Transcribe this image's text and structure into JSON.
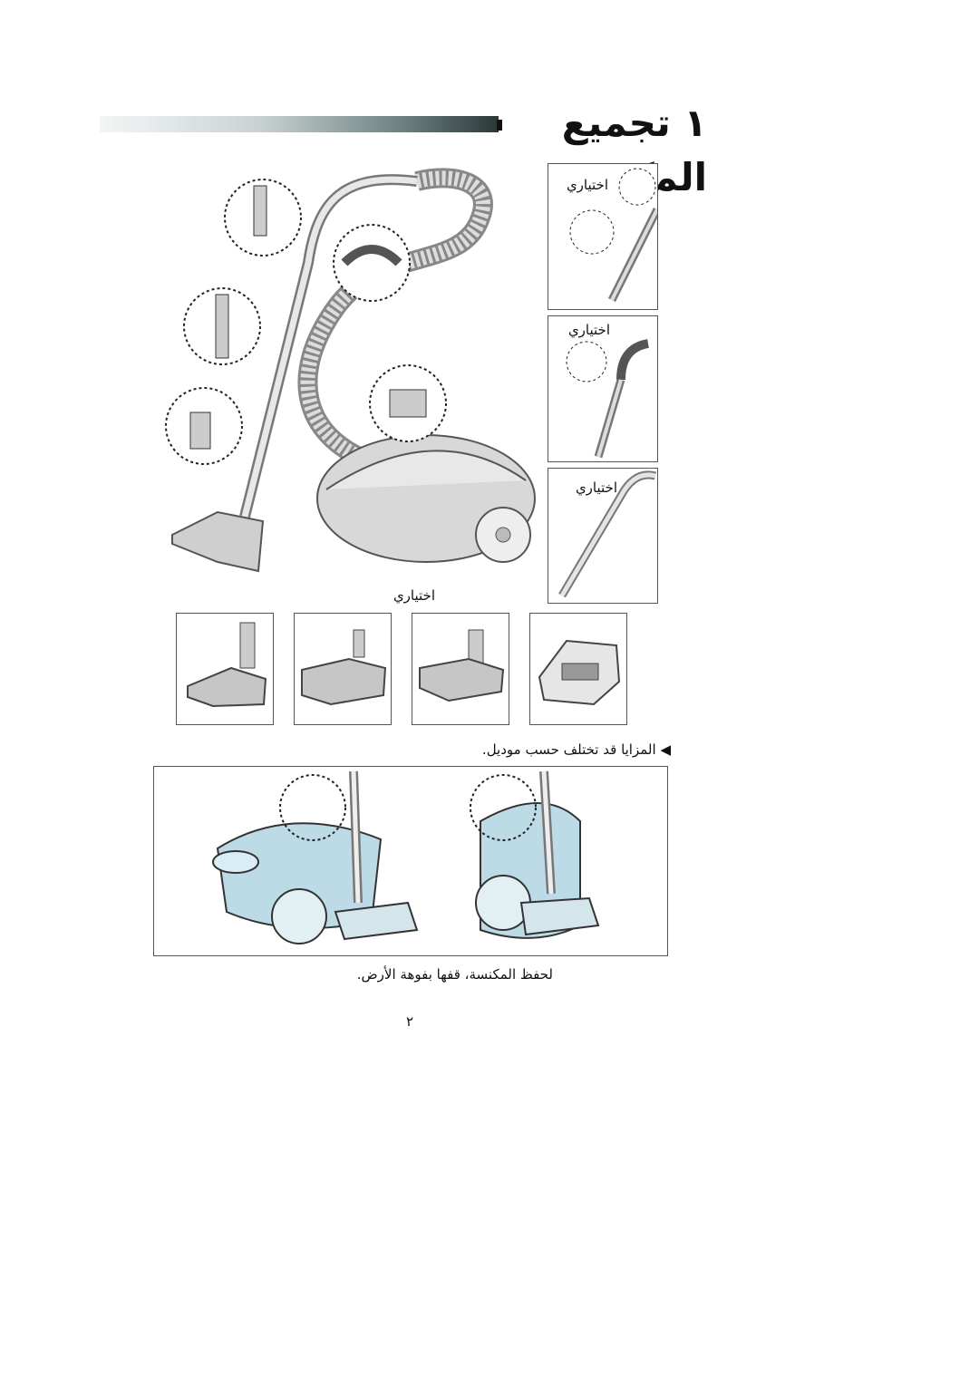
{
  "section": {
    "number": "١",
    "title": "تجميع المكنسة"
  },
  "option_label": "اختياري",
  "right_panels": [
    {
      "label": "اختياري"
    },
    {
      "label": "اختياري"
    },
    {
      "label": "اختياري"
    }
  ],
  "bottom_option_label": "اختياري",
  "brush_note": "المزايا قد تختلف حسب موديل.",
  "storage_caption": "لحفظ المكنسة، قفها بفوهة الأرض.",
  "page_number": "٢",
  "colors": {
    "title_gradient_end": "#2b3838",
    "illustration_fill": "#cfdde2",
    "storage_fill": "#bcdbe6"
  }
}
